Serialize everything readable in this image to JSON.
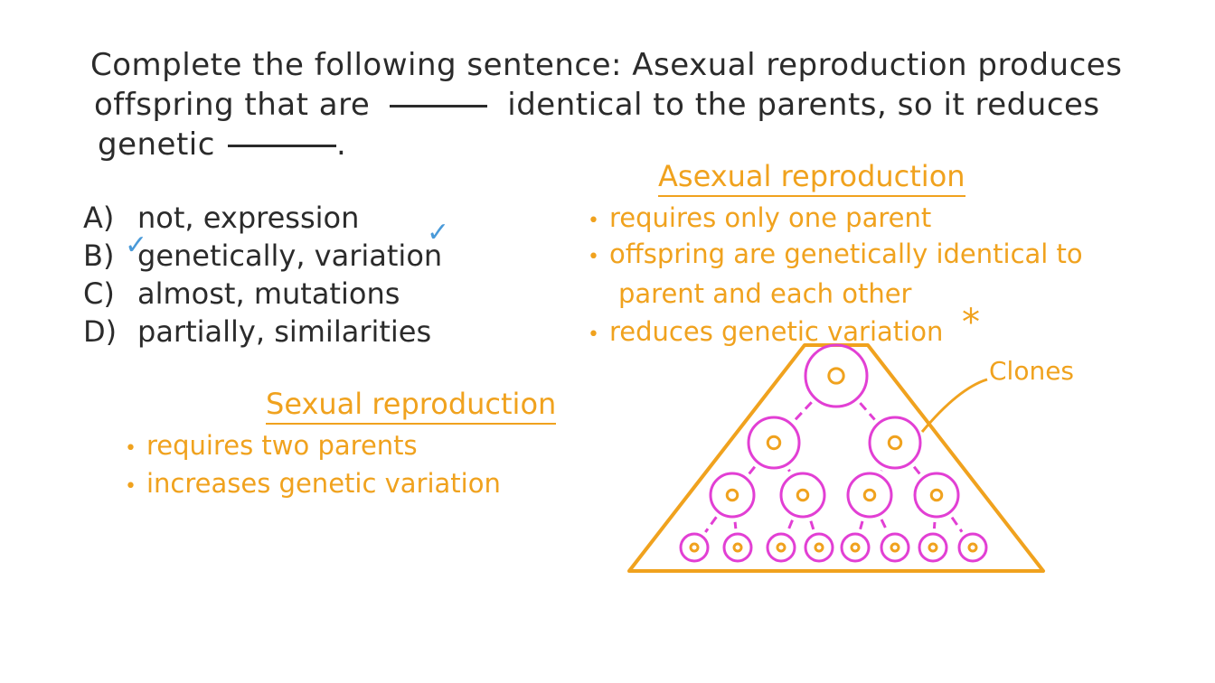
{
  "question": {
    "line1": "Complete the following sentence: Asexual reproduction produces",
    "line2_a": "offspring that are",
    "line2_b": "identical to the parents, so it reduces",
    "line3_a": "genetic",
    "line3_b": "."
  },
  "options": [
    {
      "letter": "A)",
      "text": "not, expression"
    },
    {
      "letter": "B)",
      "text": "genetically, variation"
    },
    {
      "letter": "C)",
      "text": "almost, mutations"
    },
    {
      "letter": "D)",
      "text": "partially, similarities"
    }
  ],
  "check_mark": "✓",
  "sexual": {
    "heading": "Sexual reproduction",
    "bullets": [
      "requires two parents",
      "increases genetic variation"
    ]
  },
  "asexual": {
    "heading": "Asexual reproduction",
    "bullet1": "requires only one parent",
    "bullet2_a": "offspring are genetically identical to",
    "bullet2_b": "parent and each other",
    "bullet3": "reduces genetic variation",
    "star": "*"
  },
  "bullet_symbol": "•",
  "diagram": {
    "clones_label": "Clones",
    "levels": [
      1,
      2,
      4,
      8
    ],
    "colors": {
      "cell": "#e23fd4",
      "nucleus": "#f0a21e",
      "triangle": "#f0a21e"
    }
  }
}
